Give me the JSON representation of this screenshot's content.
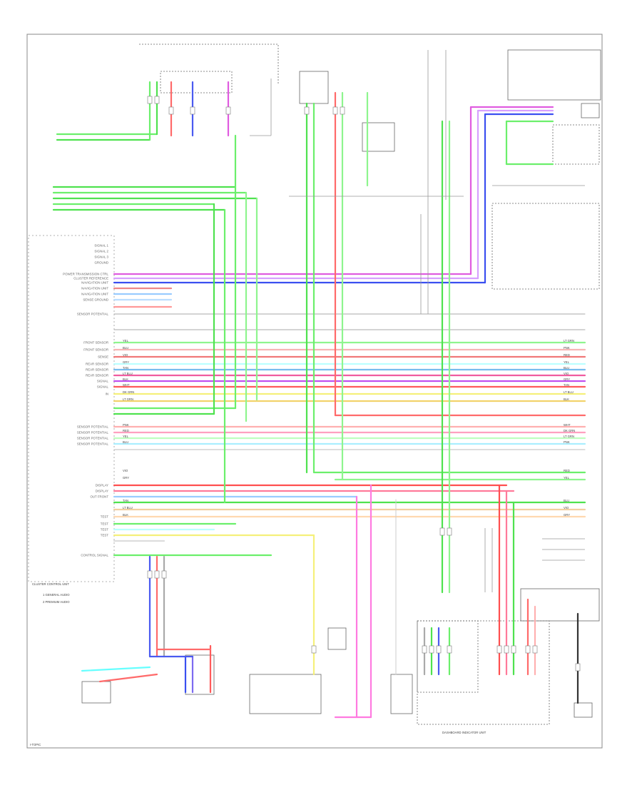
{
  "diagram": {
    "module_title": "CLUSTER CONTROL UNIT",
    "footer_left": "I-TOPIC",
    "legend": [
      "1  GENERAL AUDIO",
      "2  PREMIUM AUDIO"
    ],
    "bottom_unit": "DASHBOARD INDICATOR UNIT",
    "left_pins": [
      "SIGNAL 1",
      "SIGNAL 2",
      "SIGNAL 3",
      "GROUND",
      "POWER TRANSMISSION CTRL",
      "CLUSTER REFERENCE",
      "NAVIGATION UNIT",
      "NAVIGATION UNIT",
      "NAVIGATION UNIT",
      "SENSE GROUND",
      "SENSOR POTENTIAL",
      "FRONT SENSOR",
      "FRONT SENSOR",
      "SENSE",
      "REAR SENSOR",
      "REAR SENSOR",
      "REAR SENSOR",
      "SIGNAL",
      "SIGNAL",
      "IN",
      "SENSOR POTENTIAL",
      "SENSOR POTENTIAL",
      "SENSOR POTENTIAL",
      "SENSOR POTENTIAL",
      "DISPLAY",
      "DISPLAY",
      "OUT FRONT",
      "TEST",
      "TEST",
      "TEST",
      "TEST",
      "CONTROL SIGNAL"
    ],
    "wire_codes": [
      "LT GRN",
      "PNK",
      "RED",
      "YEL",
      "BLU",
      "VIO",
      "GRY",
      "TAN",
      "LT BLU",
      "BLK",
      "WHT",
      "DK GRN"
    ]
  }
}
